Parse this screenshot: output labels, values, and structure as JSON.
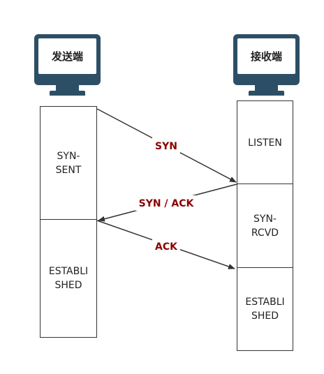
{
  "sender": {
    "title": "发送端"
  },
  "receiver": {
    "title": "接收端"
  },
  "sender_states": [
    "SYN-\nSENT",
    "ESTABLI\nSHED"
  ],
  "receiver_states": [
    "LISTEN",
    "SYN-\nRCVD",
    "ESTABLI\nSHED"
  ],
  "messages": [
    "SYN",
    "SYN / ACK",
    "ACK"
  ],
  "colors": {
    "monitor": "#2d4f66",
    "message_text": "#8b0000",
    "line": "#333333"
  }
}
